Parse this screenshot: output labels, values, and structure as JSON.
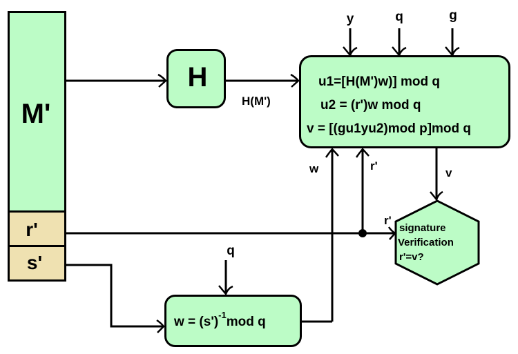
{
  "diagram": {
    "type": "DSA signature verification flow",
    "colors": {
      "box_fill": "#bcfcc6",
      "field_fill": "#efe1b1",
      "stroke": "#000000"
    },
    "message_block": {
      "message": "M'",
      "r_field": "r'",
      "s_field": "s'"
    },
    "hash_box": {
      "label": "H"
    },
    "hash_output_label": "H(M')",
    "compute_box": {
      "line1": "u1=[H(M')w)] mod q",
      "line2": "u2 = (r')w mod q",
      "line3": "v = [(gu1yu2)mod p]mod q"
    },
    "inputs_top": {
      "y": "y",
      "q": "q",
      "g": "g"
    },
    "w_box": {
      "prefix": "w = (s')",
      "exponent": "-1",
      "suffix": "mod q"
    },
    "w_input_q": "q",
    "edge_labels": {
      "w": "w",
      "r_up": "r'",
      "v": "v",
      "r_in": "r'"
    },
    "verify_box": {
      "line1": "signature",
      "line2": "Verification",
      "line3": "r'=v?"
    }
  }
}
